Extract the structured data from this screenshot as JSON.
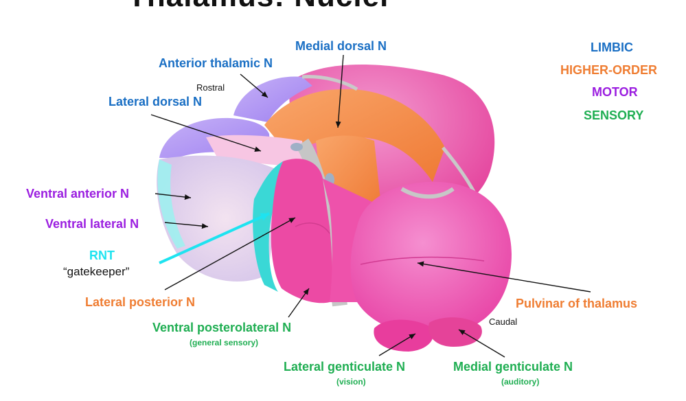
{
  "title": "Thalamus: Nuclei",
  "colors": {
    "limbic": "#1a6fc4",
    "higher_order": "#ef7d32",
    "motor": "#9b1ee0",
    "sensory": "#1fae52",
    "rnt": "#1ee3f0",
    "pink": "#ec4ea6",
    "purple": "#a98bf0",
    "teal": "#5fdede"
  },
  "legend": {
    "limbic": "LIMBIC",
    "higher_order": "HIGHER-ORDER",
    "motor": "MOTOR",
    "sensory": "SENSORY"
  },
  "orientation": {
    "rostral": "Rostral",
    "caudal": "Caudal"
  },
  "labels": {
    "medial_dorsal": "Medial dorsal N",
    "anterior_thalamic": "Anterior thalamic N",
    "lateral_dorsal": "Lateral dorsal N",
    "ventral_anterior": "Ventral anterior N",
    "ventral_lateral": "Ventral lateral N",
    "rnt": "RNT",
    "rnt_note": "“gatekeeper”",
    "lateral_posterior": "Lateral posterior N",
    "vpl": "Ventral posterolateral N",
    "vpl_note": "(general sensory)",
    "lateral_geniculate": "Lateral genticulate N",
    "lateral_geniculate_note": "(vision)",
    "medial_geniculate": "Medial genticulate N",
    "medial_geniculate_note": "(auditory)",
    "pulvinar": "Pulvinar of thalamus"
  }
}
